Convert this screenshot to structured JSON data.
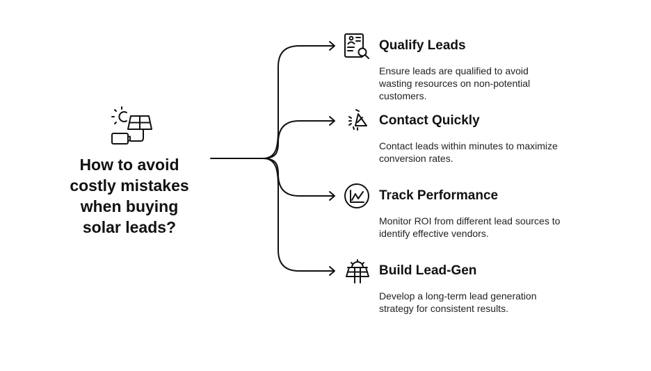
{
  "center": {
    "title_lines": [
      "How to avoid",
      "costly mistakes",
      "when buying",
      "solar leads?"
    ],
    "icon": "solar-panel-sun-battery-icon"
  },
  "branches": [
    {
      "title": "Qualify Leads",
      "description_lines": [
        "Ensure leads are qualified to avoid",
        "wasting resources on non-potential",
        "customers."
      ],
      "icon": "document-search-icon"
    },
    {
      "title": "Contact Quickly",
      "description_lines": [
        "Contact leads within minutes to maximize",
        "conversion rates."
      ],
      "icon": "timer-quick-icon"
    },
    {
      "title": "Track Performance",
      "description_lines": [
        "Monitor ROI from different lead sources to",
        "identify effective vendors."
      ],
      "icon": "line-chart-circle-icon"
    },
    {
      "title": "Build Lead-Gen",
      "description_lines": [
        "Develop a long-term lead generation",
        "strategy for consistent results."
      ],
      "icon": "solar-panel-icon"
    }
  ],
  "colors": {
    "stroke": "#111111",
    "text": "#111111",
    "background": "#ffffff"
  }
}
